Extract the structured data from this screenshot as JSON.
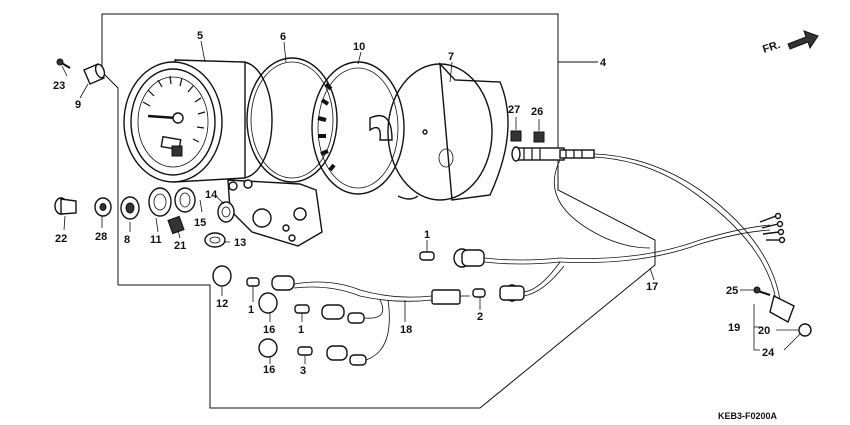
{
  "diagram_code": "KEB3-F0200A",
  "direction_label": "FR.",
  "part_numbers": {
    "p1a": "1",
    "p1b": "1",
    "p1c": "1",
    "p2": "2",
    "p3": "3",
    "p4": "4",
    "p5": "5",
    "p6": "6",
    "p7": "7",
    "p8": "8",
    "p9": "9",
    "p10": "10",
    "p11": "11",
    "p12": "12",
    "p13": "13",
    "p14": "14",
    "p15": "15",
    "p16a": "16",
    "p16b": "16",
    "p17": "17",
    "p18": "18",
    "p19": "19",
    "p20": "20",
    "p21": "21",
    "p22": "22",
    "p23": "23",
    "p24": "24",
    "p25": "25",
    "p26": "26",
    "p27": "27",
    "p28": "28"
  }
}
